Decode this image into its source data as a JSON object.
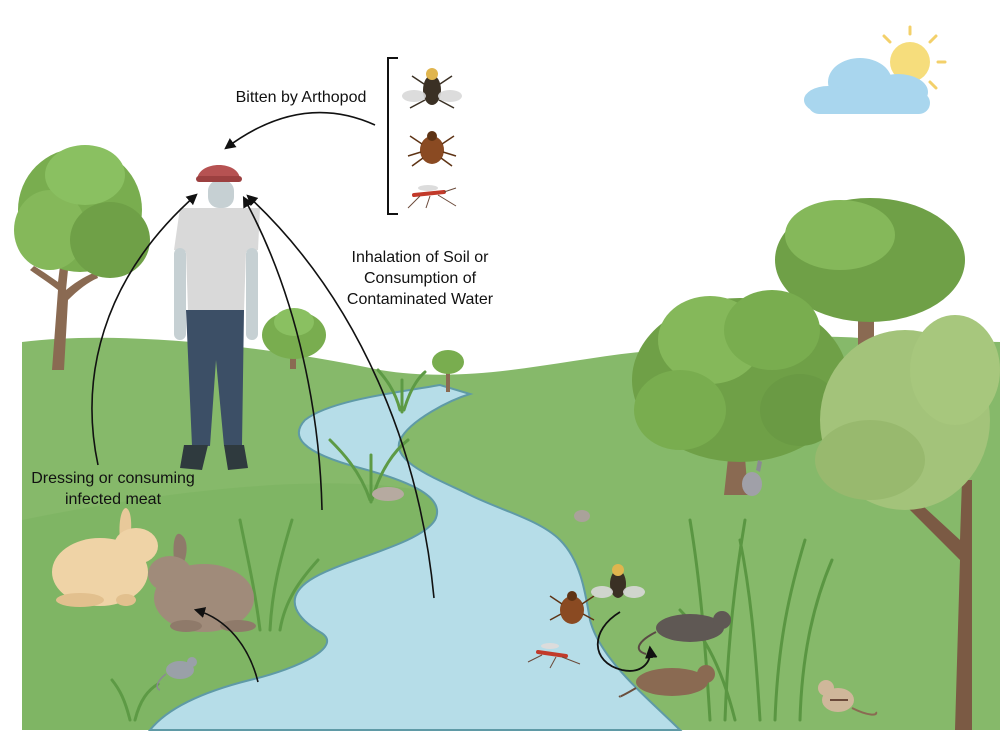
{
  "labels": {
    "arthropod": "Bitten by Arthopod",
    "inhalation": [
      "Inhalation of Soil or",
      "Consumption of",
      "Contaminated Water"
    ],
    "dressing": [
      "Dressing or consuming",
      "infected meat"
    ]
  },
  "icons": [
    "sun-icon",
    "cloud-icon",
    "tree-icon",
    "person-icon",
    "fly-icon",
    "tick-icon",
    "mosquito-icon",
    "rabbit-icon",
    "mouse-icon",
    "rat-icon",
    "chipmunk-icon",
    "grass-icon",
    "rock-icon",
    "cycle-arrow-icon"
  ],
  "colors": {
    "sky": "#ffffff",
    "grass": "#86b96a",
    "grass_dark": "#6fa456",
    "river": "#b6dde8",
    "river_edge": "#5f9aa6",
    "tree": "#79ad4f",
    "trunk": "#8a6a52",
    "shirt": "#d9d9d9",
    "jeans": "#3c4f66",
    "cap": "#b65252",
    "skin": "#c6d0d3"
  }
}
